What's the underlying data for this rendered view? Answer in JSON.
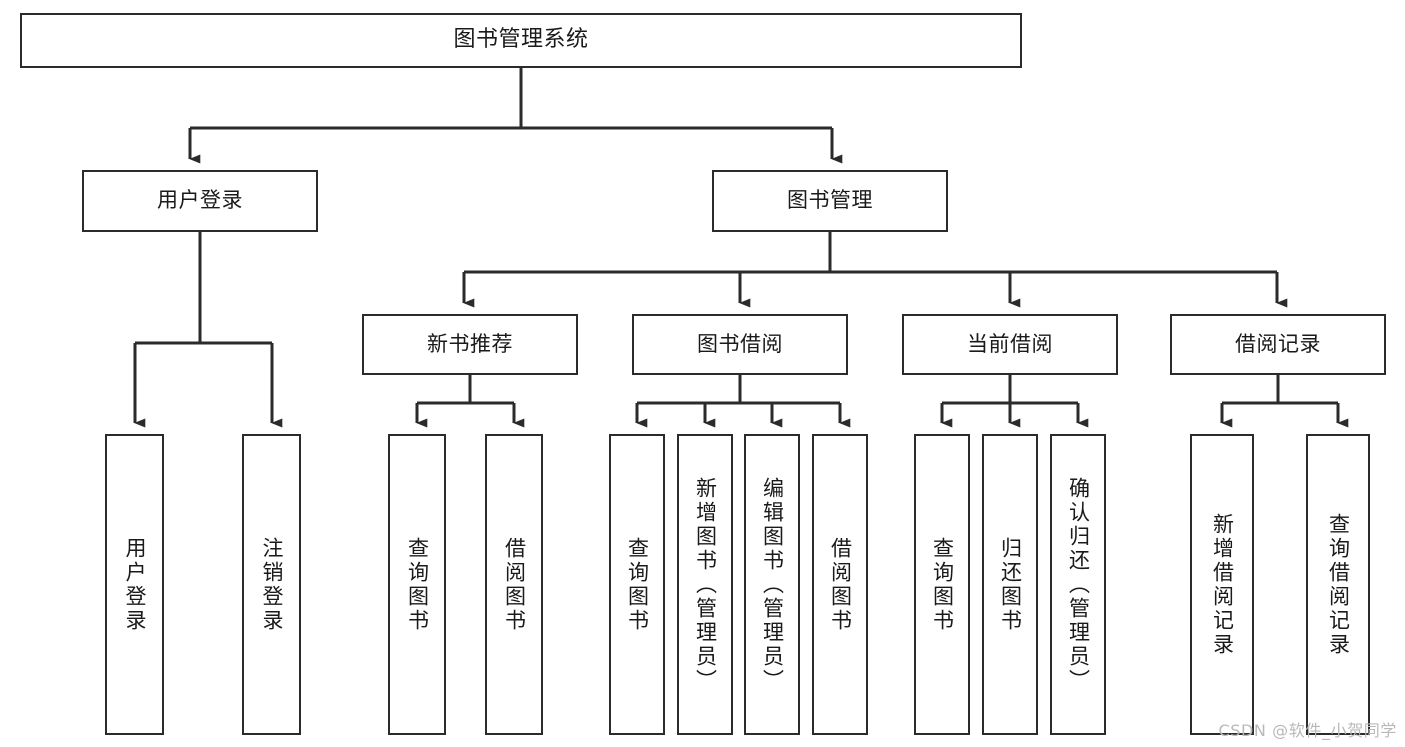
{
  "diagram": {
    "title": "图书管理系统",
    "type": "tree-hierarchy-chart",
    "stroke_color": "#2b2b2b",
    "background_color": "#ffffff",
    "text_color": "#1a1a1a"
  },
  "nodes": {
    "root": {
      "label": "图书管理系统"
    },
    "level2": [
      {
        "label": "用户登录"
      },
      {
        "label": "图书管理"
      }
    ],
    "level3": [
      {
        "label": "新书推荐"
      },
      {
        "label": "图书借阅"
      },
      {
        "label": "当前借阅"
      },
      {
        "label": "借阅记录"
      }
    ],
    "leaves_user_login": [
      {
        "label": "用户登录"
      },
      {
        "label": "注销登录"
      }
    ],
    "leaves_new_books": [
      {
        "label": "查询图书"
      },
      {
        "label": "借阅图书"
      }
    ],
    "leaves_borrow": [
      {
        "label": "查询图书"
      },
      {
        "label": "新增图书（管理员）"
      },
      {
        "label": "编辑图书（管理员）"
      },
      {
        "label": "借阅图书"
      }
    ],
    "leaves_current": [
      {
        "label": "查询图书"
      },
      {
        "label": "归还图书"
      },
      {
        "label": "确认归还（管理员）"
      }
    ],
    "leaves_records": [
      {
        "label": "新增借阅记录"
      },
      {
        "label": "查询借阅记录"
      }
    ]
  },
  "watermark": {
    "text": "CSDN @软件_小贺同学"
  }
}
